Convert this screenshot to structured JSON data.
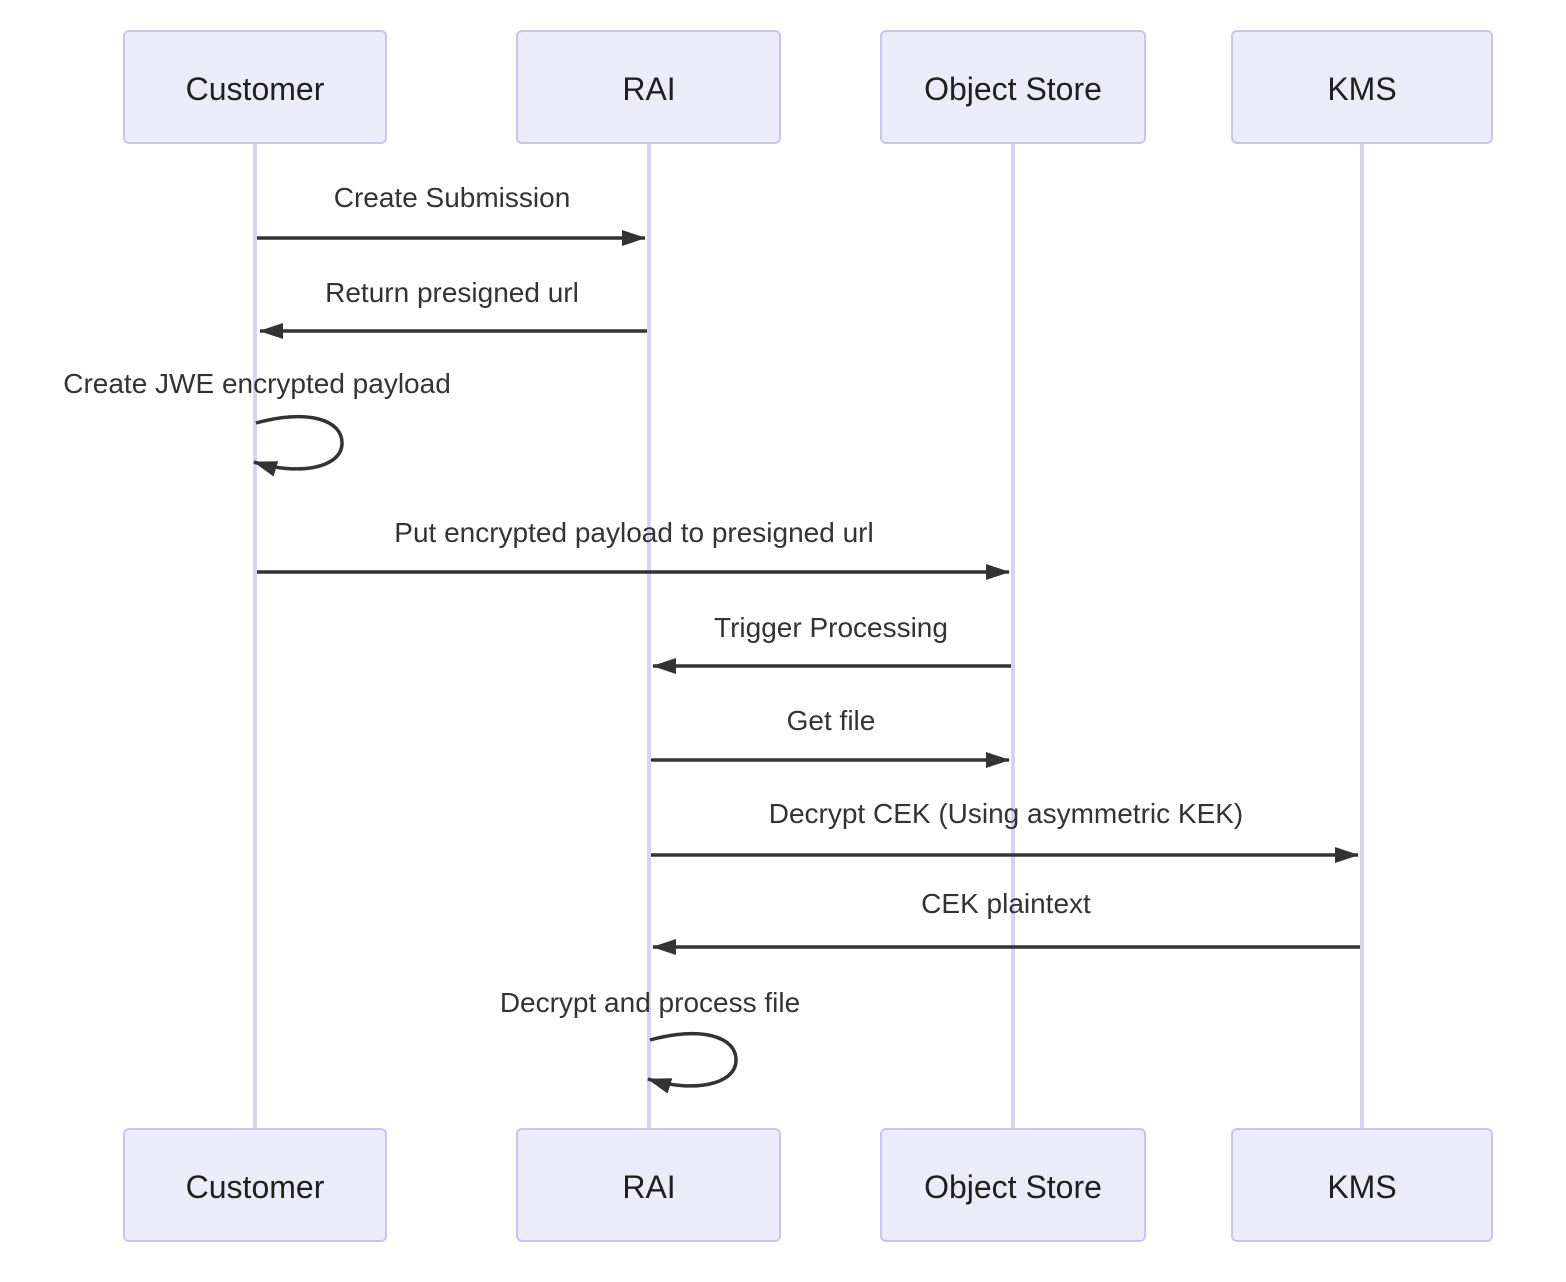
{
  "diagram": {
    "type": "sequence",
    "actors": [
      {
        "id": "customer",
        "label": "Customer"
      },
      {
        "id": "rai",
        "label": "RAI"
      },
      {
        "id": "object-store",
        "label": "Object Store"
      },
      {
        "id": "kms",
        "label": "KMS"
      }
    ],
    "messages": [
      {
        "from": "customer",
        "to": "rai",
        "kind": "arrow",
        "label": "Create Submission"
      },
      {
        "from": "rai",
        "to": "customer",
        "kind": "arrow",
        "label": "Return presigned url"
      },
      {
        "from": "customer",
        "to": "customer",
        "kind": "self-loop",
        "label": "Create JWE encrypted payload"
      },
      {
        "from": "customer",
        "to": "object-store",
        "kind": "arrow",
        "label": "Put encrypted payload to presigned url"
      },
      {
        "from": "object-store",
        "to": "rai",
        "kind": "arrow",
        "label": "Trigger Processing"
      },
      {
        "from": "rai",
        "to": "object-store",
        "kind": "arrow",
        "label": "Get file"
      },
      {
        "from": "rai",
        "to": "kms",
        "kind": "arrow",
        "label": "Decrypt CEK (Using asymmetric KEK)"
      },
      {
        "from": "kms",
        "to": "rai",
        "kind": "arrow",
        "label": "CEK plaintext"
      },
      {
        "from": "rai",
        "to": "rai",
        "kind": "self-loop",
        "label": "Decrypt and process file"
      }
    ],
    "colors": {
      "background": "#FFFFFF",
      "actor_fill": "#ECEBF9",
      "actor_border": "#C9C5E9",
      "lifeline": "#D8D2EC",
      "arrow": "#333333",
      "message_text": "#333333",
      "actor_text": "#1F1F1F"
    }
  }
}
